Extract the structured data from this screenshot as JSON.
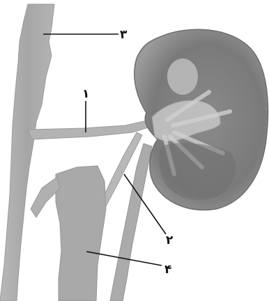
{
  "figure": {
    "labels": {
      "label_1": "۱",
      "label_2": "۲",
      "label_3": "۳",
      "label_4": "۴"
    }
  }
}
